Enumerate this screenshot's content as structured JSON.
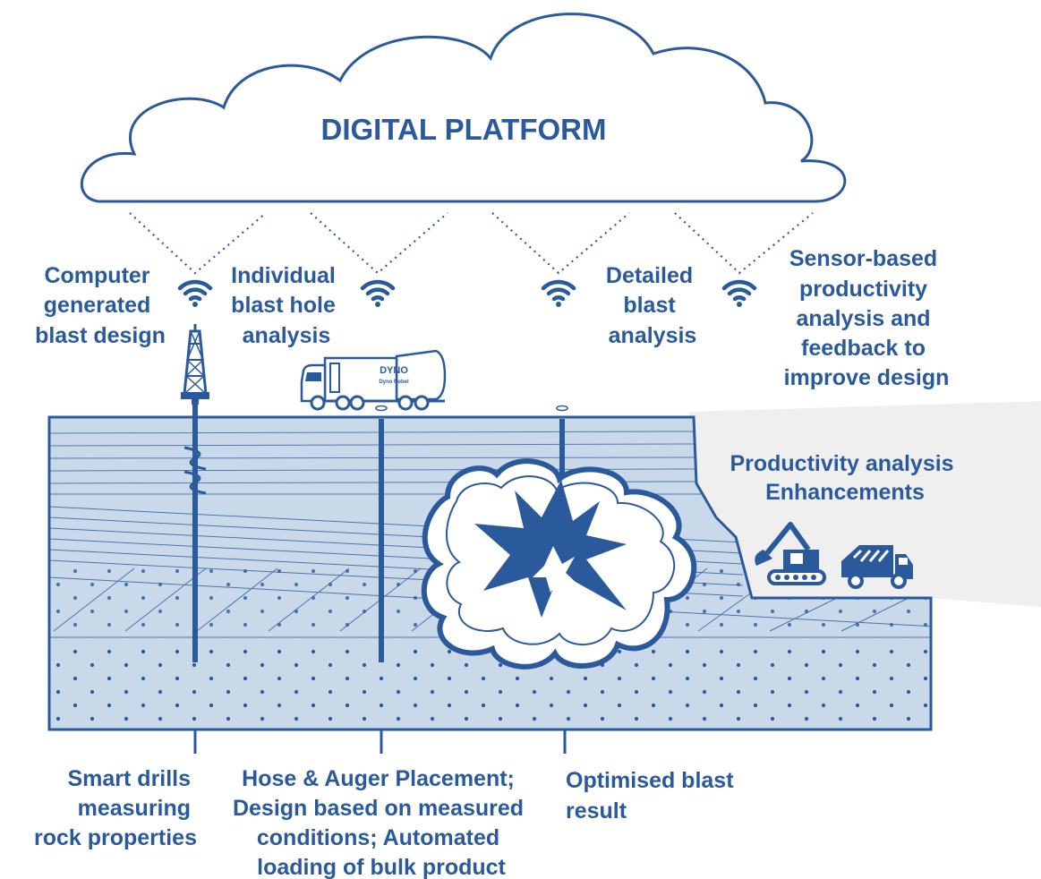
{
  "cloud": {
    "title": "DIGITAL PLATFORM"
  },
  "top_labels": {
    "design": [
      "Computer",
      "generated",
      "blast design"
    ],
    "hole": [
      "Individual",
      "blast hole",
      "analysis"
    ],
    "analysis": [
      "Detailed",
      "blast",
      "analysis"
    ],
    "sensor": [
      "Sensor-based",
      "productivity",
      "analysis and",
      "feedback to",
      "improve design"
    ]
  },
  "productivity": [
    "Productivity analysis",
    "Enhancements"
  ],
  "truck_brand": {
    "name": "DYNO",
    "sub": "Dyno Nobel"
  },
  "bottom_labels": {
    "drills": [
      "Smart drills",
      "measuring",
      "rock properties"
    ],
    "hose": [
      "Hose & Auger Placement;",
      "Design based on measured",
      "conditions; Automated",
      "loading of bulk product"
    ],
    "result": [
      "Optimised blast",
      "result"
    ]
  },
  "colors": {
    "brand_blue": "#2a5a9c",
    "light_blue": "#c9d9ea",
    "grey_panel": "#efefef"
  },
  "icons": [
    "wifi-icon",
    "drill-rig-icon",
    "truck-icon",
    "explosion-icon",
    "excavator-icon",
    "dump-truck-icon"
  ]
}
